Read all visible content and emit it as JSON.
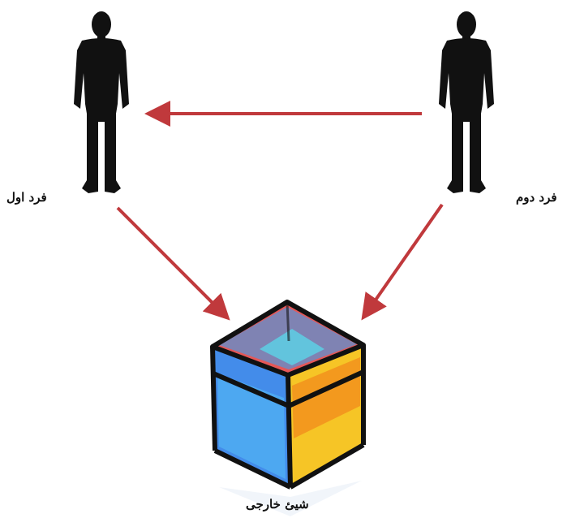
{
  "labels": {
    "person_first": "فرد اول",
    "person_second": "فرد دوم",
    "external_object": "شیئ خارجی"
  },
  "colors": {
    "arrow": "#c0393c",
    "silhouette": "#111111",
    "cube_blue": "#2f7fe8",
    "cube_red": "#e03a3a",
    "cube_yellow": "#f5c21a",
    "cube_orange": "#f28a1c",
    "cube_cyan": "#55e0f0"
  },
  "icons": {
    "person_first": "person-silhouette-icon",
    "person_second": "person-silhouette-icon",
    "external_object": "glass-cube-icon"
  }
}
